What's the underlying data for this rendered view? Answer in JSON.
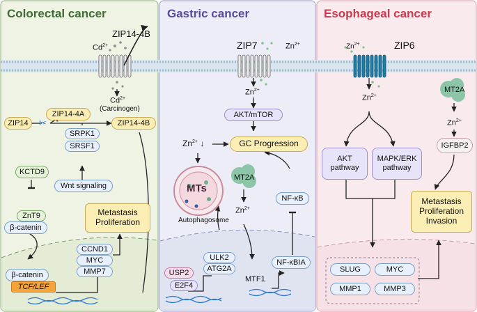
{
  "colors": {
    "colorectal_panel": "#eef3e4",
    "gastric_panel": "#ecedf6",
    "esophageal_panel": "#f9eaee",
    "colorectal_title": "#3f6b35",
    "gastric_title": "#5a4a9c",
    "esophageal_title": "#d0384d",
    "membrane": "#c5d6e2",
    "transporter_gray": "#e9e9e9",
    "transporter_blue": "#1f7ea6",
    "yellow_box": "#fbeeb4",
    "green_box": "#e6f2d8",
    "blue_box": "#e7f0fb",
    "purple_box": "#e7e3f8",
    "pink_box": "#f6dcea",
    "orange_box": "#f4a43a",
    "mt_green": "#6fae8e"
  },
  "panels": {
    "colorectal": {
      "title": "Colorectal cancer",
      "transporter": "ZIP14-4B",
      "cd_in": "Cd",
      "cd_out": "Cd",
      "carcinogen": "(Carcinogen)",
      "zip14": "ZIP14",
      "zip14_4a": "ZIP14-4A",
      "zip14_4b": "ZIP14-4B",
      "srpk1": "SRPK1",
      "srsf1": "SRSF1",
      "kctd9": "KCTD9",
      "wnt": "Wnt signaling",
      "znt9": "ZnT9",
      "beta_catenin_top": "β-catenin",
      "metastasis": "Metastasis",
      "proliferation": "Proliferation",
      "ccnd1": "CCND1",
      "myc": "MYC",
      "mmp7": "MMP7",
      "beta_catenin_bottom": "β-catenin",
      "tcf_lef": "TCF/LEF"
    },
    "gastric": {
      "title": "Gastric cancer",
      "transporter": "ZIP7",
      "zn_out": "Zn",
      "zn_in": "Zn",
      "akt_mtor": "AKT/mTOR",
      "zn_low": "Zn",
      "gc_progression": "GC Progression",
      "mts": "MTs",
      "autophagosome": "Autophagosome",
      "mt2a": "MT2A",
      "zn_mid": "Zn",
      "nfkb": "NF-κB",
      "ulk2": "ULK2",
      "atg2a": "ATG2A",
      "usp2": "USP2",
      "e2f4": "E2F4",
      "mtf1": "MTF1",
      "nfkbia": "NF-κBIA"
    },
    "esophageal": {
      "title": "Esophageal cancer",
      "transporter": "ZIP6",
      "zn_out": "Zn",
      "zn_in": "Zn",
      "akt": "AKT pathway",
      "mapk": "MAPK/ERK pathway",
      "mt2a": "MT2A",
      "zn_mt": "Zn",
      "igfbp2": "IGFBP2",
      "metastasis": "Metastasis",
      "proliferation": "Proliferation",
      "invasion": "Invasion",
      "slug": "SLUG",
      "myc": "MYC",
      "mmp1": "MMP1",
      "mmp3": "MMP3"
    }
  },
  "charges": {
    "two_plus": "2+",
    "down_arrow": "↓"
  }
}
